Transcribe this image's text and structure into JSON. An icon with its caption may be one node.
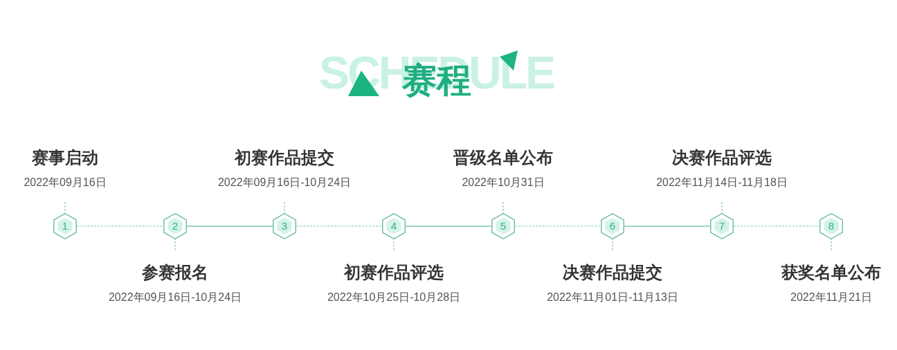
{
  "diagram": {
    "title": "赛程",
    "nodes": [
      {
        "text": [
          "1"
        ]
      },
      {
        "text": [
          "2"
        ]
      },
      {
        "text": [
          "3"
        ]
      },
      {
        "text": [
          "4"
        ]
      },
      {
        "text": [
          "5"
        ]
      },
      {
        "text": [
          "6"
        ]
      },
      {
        "text": [
          "7"
        ]
      },
      {
        "text": [
          "8"
        ]
      },
      {
        "text": [
          "赛事启动",
          "2022年09月16日"
        ]
      },
      {
        "text": [
          "参赛报名",
          "2022年09月16日-10月24日"
        ]
      },
      {
        "text": [
          "初赛作品提交",
          "2022年09月16日-10月24日"
        ]
      },
      {
        "text": [
          "初赛作品评选",
          "2022年10月25日-10月28日"
        ]
      },
      {
        "text": [
          "晋级名单公布",
          "2022年10月31日"
        ]
      },
      {
        "text": [
          "决赛作品提交",
          "2022年11月01日-11月13日"
        ]
      },
      {
        "text": [
          "决赛作品评选",
          "2022年11月14日-11月18日"
        ]
      },
      {
        "text": [
          "获奖名单公布",
          "2022年11月21日"
        ]
      }
    ],
    "edges": [
      {
        "from": 0,
        "to": 1,
        "arrow": "none",
        "style": "dashed"
      },
      {
        "from": 1,
        "to": 2,
        "arrow": "none"
      },
      {
        "from": 2,
        "to": 3,
        "arrow": "none",
        "style": "dashed"
      },
      {
        "from": 3,
        "to": 4,
        "arrow": "none"
      },
      {
        "from": 4,
        "to": 5,
        "arrow": "none",
        "style": "dashed"
      },
      {
        "from": 5,
        "to": 6,
        "arrow": "none"
      },
      {
        "from": 6,
        "to": 7,
        "arrow": "none",
        "style": "dashed"
      },
      {
        "from": 8,
        "to": 0,
        "arrow": "none",
        "style": "dashed"
      },
      {
        "from": 9,
        "to": 1,
        "arrow": "none",
        "style": "dashed"
      },
      {
        "from": 10,
        "to": 2,
        "arrow": "none",
        "style": "dashed"
      },
      {
        "from": 11,
        "to": 3,
        "arrow": "none",
        "style": "dashed"
      },
      {
        "from": 12,
        "to": 4,
        "arrow": "none",
        "style": "dashed"
      },
      {
        "from": 13,
        "to": 5,
        "arrow": "none",
        "style": "dashed"
      },
      {
        "from": 14,
        "to": 6,
        "arrow": "none",
        "style": "dashed"
      },
      {
        "from": 15,
        "to": 7,
        "arrow": "none",
        "style": "dashed"
      }
    ],
    "labels": [
      "SCHEDULE"
    ]
  }
}
